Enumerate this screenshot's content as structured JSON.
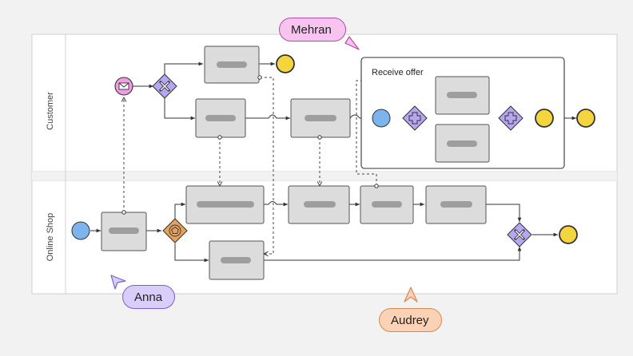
{
  "lanes": [
    {
      "label": "Customer"
    },
    {
      "label": "Online Shop"
    }
  ],
  "subprocess": {
    "label": "Receive offer"
  },
  "collaborators": [
    {
      "name": "Mehran",
      "color": "#f7c4ef",
      "border": "#b44ba8",
      "icon": "cursor-arrow-icon"
    },
    {
      "name": "Anna",
      "color": "#d9cdf9",
      "border": "#7a5fd1",
      "icon": "cursor-arrow-icon"
    },
    {
      "name": "Audrey",
      "color": "#fbd2b6",
      "border": "#d58a52",
      "icon": "cursor-arrow-icon"
    }
  ],
  "colors": {
    "task_fill": "#dcdcdc",
    "task_stroke": "#555555",
    "start_event": "#7eb4ee",
    "end_event": "#f4d53d",
    "gateway": "#b7a7f2",
    "event_gateway": "#e6a25c",
    "message_event": "#f29ce3"
  },
  "icons": {
    "message": "envelope-icon",
    "exclusive_gateway": "x-icon",
    "parallel_gateway": "plus-icon",
    "event_gateway": "pentagon-icon"
  }
}
